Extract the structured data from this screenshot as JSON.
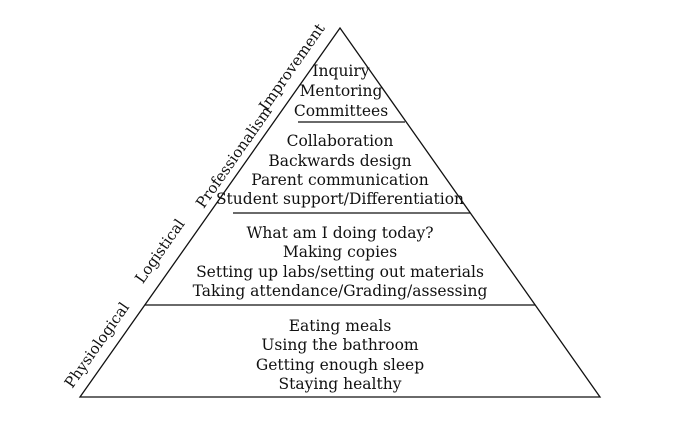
{
  "pyramid": {
    "levels": [
      {
        "label": "Improvement",
        "items": [
          "Inquiry",
          "Mentoring",
          "Committees"
        ]
      },
      {
        "label": "Professionalism",
        "items": [
          "Collaboration",
          "Backwards design",
          "Parent communication",
          "Student support/Differentiation"
        ]
      },
      {
        "label": "Logistical",
        "items": [
          "What am I doing today?",
          "Making copies",
          "Setting up labs/setting out materials",
          "Taking attendance/Grading/assessing"
        ]
      },
      {
        "label": "Physiological",
        "items": [
          "Eating meals",
          "Using the bathroom",
          "Getting enough sleep",
          "Staying healthy"
        ]
      }
    ]
  }
}
